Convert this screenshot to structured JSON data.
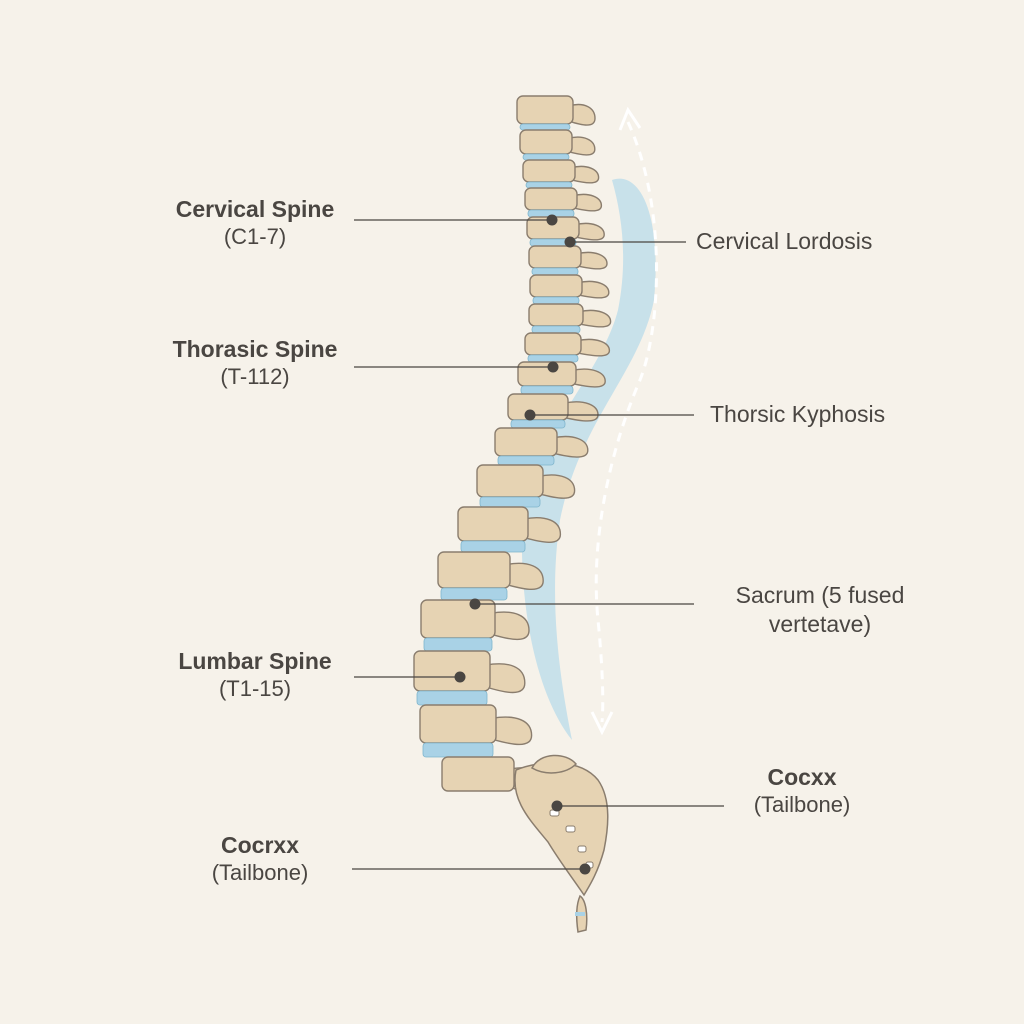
{
  "labels_left": [
    {
      "id": "cervical",
      "title": "Cervical Spine",
      "sub": "(C1-7)"
    },
    {
      "id": "thoracic",
      "title": "Thorasic Spine",
      "sub": "(T-112)"
    },
    {
      "id": "lumbar",
      "title": "Lumbar Spine",
      "sub": "(T1-15)"
    },
    {
      "id": "coccyx",
      "title": "Cocrxx",
      "sub": "(Tailbone)"
    }
  ],
  "labels_right": [
    {
      "id": "lordosis",
      "text": "Cervical Lordosis"
    },
    {
      "id": "kyphosis",
      "text": "Thorsic Kyphosis"
    },
    {
      "id": "sacrum",
      "line1": "Sacrum (5 fused",
      "line2": "vertetave)"
    },
    {
      "id": "coccyx2",
      "title": "Cocxx",
      "sub": "(Tailbone)"
    }
  ],
  "colors": {
    "background": "#f6f2ea",
    "bone": "#e6d3b3",
    "bone_outline": "#8a7d6e",
    "disc": "#a9d2e6",
    "curve_band": "#b8dbea",
    "leader_line": "#4a4642",
    "text": "#4a4642"
  }
}
